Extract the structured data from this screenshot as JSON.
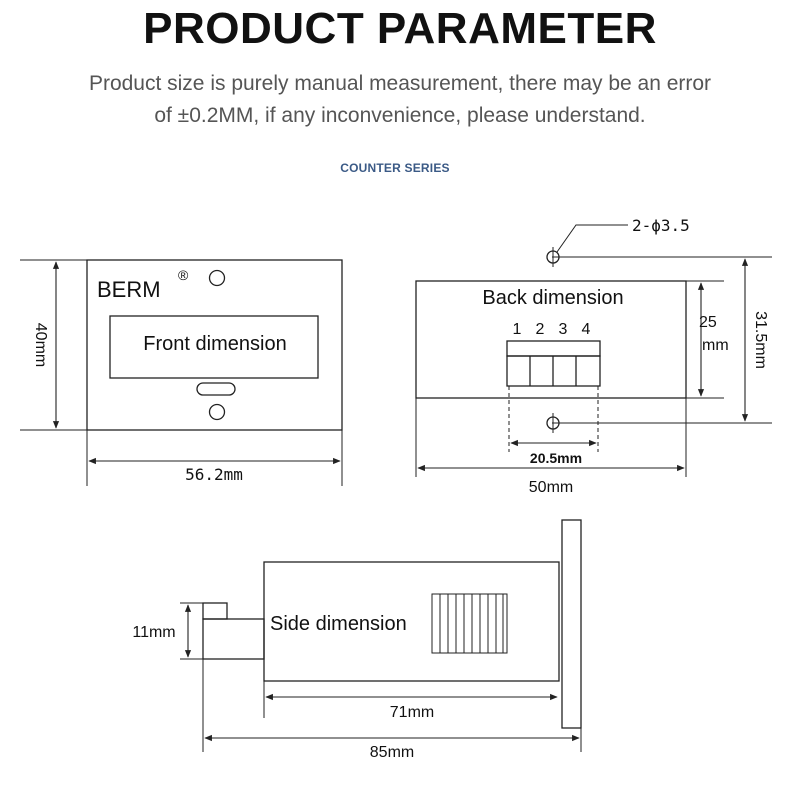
{
  "header": {
    "title": "PRODUCT PARAMETER",
    "note_line1": "Product size is purely manual measurement, there may be an error",
    "note_line2": "of ±0.2MM, if any inconvenience, please understand.",
    "series": "COUNTER SERIES"
  },
  "front": {
    "brand": "BERM",
    "registered_mark": "®",
    "label": "Front dimension",
    "height": "40mm",
    "width": "56.2mm"
  },
  "back": {
    "label": "Back dimension",
    "hole_spec": "2-ϕ3.5",
    "terminals": [
      "1",
      "2",
      "3",
      "4"
    ],
    "inner_height_value": "25",
    "inner_height_unit": "mm",
    "total_height": "31.5mm",
    "terminal_width": "20.5mm",
    "width": "50mm"
  },
  "side": {
    "label": "Side dimension",
    "knob_height": "11mm",
    "body_length": "71mm",
    "total_length": "85mm"
  }
}
